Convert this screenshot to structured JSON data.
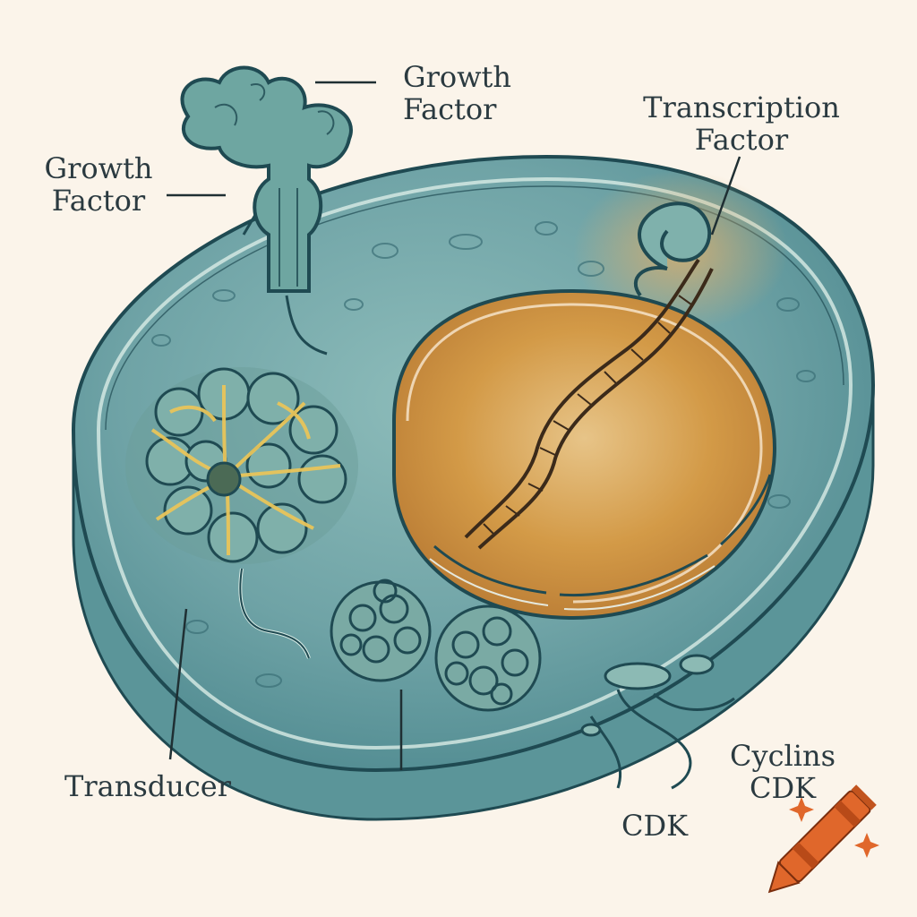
{
  "labels": {
    "growth_factor_top": [
      "Growth",
      "Factor"
    ],
    "growth_factor_left": [
      "Growth",
      "Factor"
    ],
    "transcription_factor": [
      "Transcription",
      "Factor"
    ],
    "transducer": "Transducer",
    "cyclins_cdk": [
      "Cyclins",
      "CDK"
    ],
    "cdk": "CDK"
  },
  "colors": {
    "background": "#fbf4ea",
    "cytoplasm": "#6fa3a6",
    "membrane": "#3f7f86",
    "nucleus": "#d29a47",
    "ink": "#1f4a52",
    "highlight": "#e9c55a",
    "crayon": "#e0672b"
  },
  "icons": [
    "crayon-icon",
    "sparkle-icon"
  ]
}
